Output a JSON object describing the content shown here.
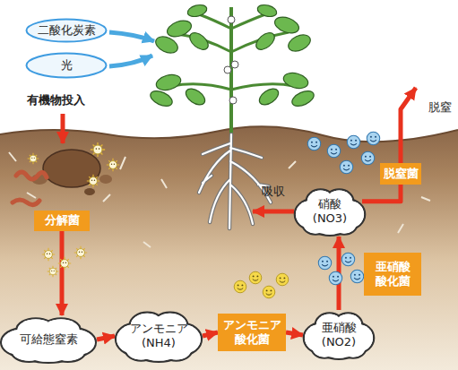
{
  "diagram": {
    "nodes": [
      {
        "text": [
          "二酸化炭素"
        ]
      },
      {
        "text": [
          "光"
        ]
      },
      {
        "text": [
          "分解菌"
        ]
      },
      {
        "text": [
          "脱窒菌"
        ]
      },
      {
        "text": [
          "硝酸 (NO3)"
        ]
      },
      {
        "text": [
          "亜硝酸酸化菌"
        ]
      },
      {
        "text": [
          "可給態窒素"
        ]
      },
      {
        "text": [
          "アンモニア (NH4)"
        ]
      },
      {
        "text": [
          "アンモニア酸化菌"
        ]
      },
      {
        "text": [
          "亜硝酸 (NO2)"
        ]
      }
    ],
    "edges": [
      {
        "from": 2,
        "to": 6,
        "arrow": "to"
      },
      {
        "from": 6,
        "to": 7,
        "arrow": "to"
      },
      {
        "from": 7,
        "to": 8,
        "arrow": "to"
      },
      {
        "from": 8,
        "to": 9,
        "arrow": "to"
      },
      {
        "from": 9,
        "to": 4,
        "arrow": "to"
      },
      {
        "from": 4,
        "to": 3,
        "arrow": "none"
      }
    ],
    "labels": [
      "有機物投入",
      "吸収",
      "脱窒"
    ]
  }
}
